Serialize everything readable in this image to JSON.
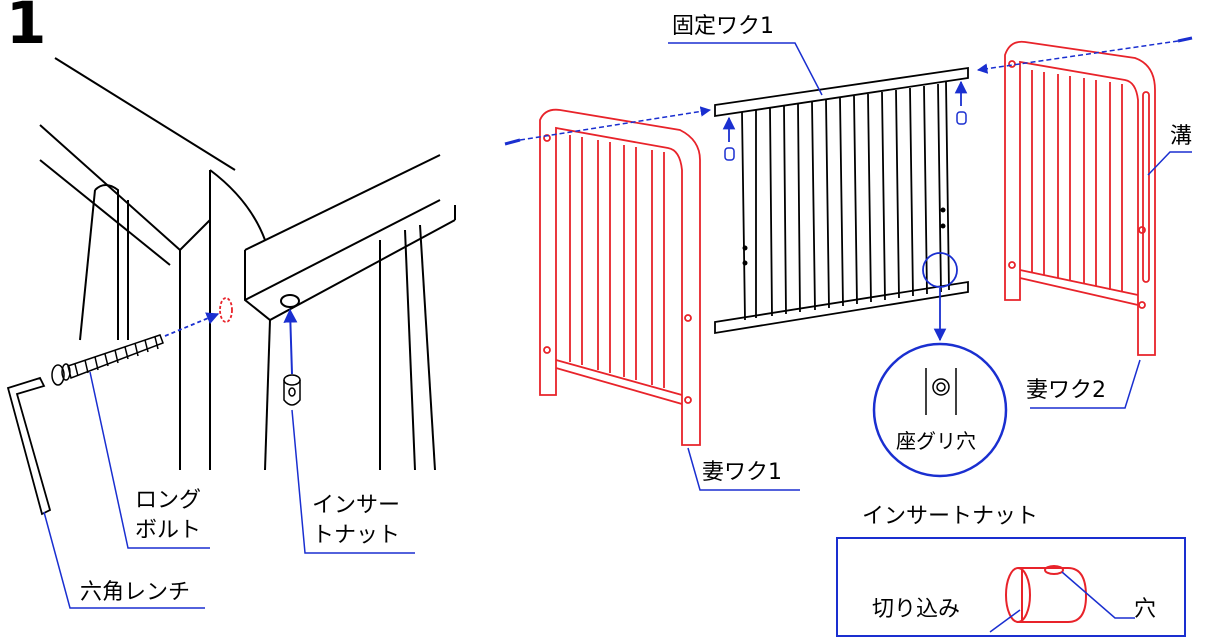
{
  "step_number": "1",
  "labels": {
    "long_bolt_1": "ロング",
    "long_bolt_2": "ボルト",
    "hex_wrench": "六角レンチ",
    "insert_nut_1": "インサー",
    "insert_nut_2": "トナット",
    "fixed_frame": "固定ワク1",
    "end_frame_1": "妻ワク1",
    "end_frame_2": "妻ワク2",
    "groove": "溝",
    "counterbore": "座グリ穴",
    "insert_nut_title": "インサートナット",
    "notch": "切り込み",
    "hole": "穴"
  },
  "colors": {
    "frame_red": "#e8232a",
    "arrow_blue": "#1a2fd0",
    "line": "#000000"
  }
}
